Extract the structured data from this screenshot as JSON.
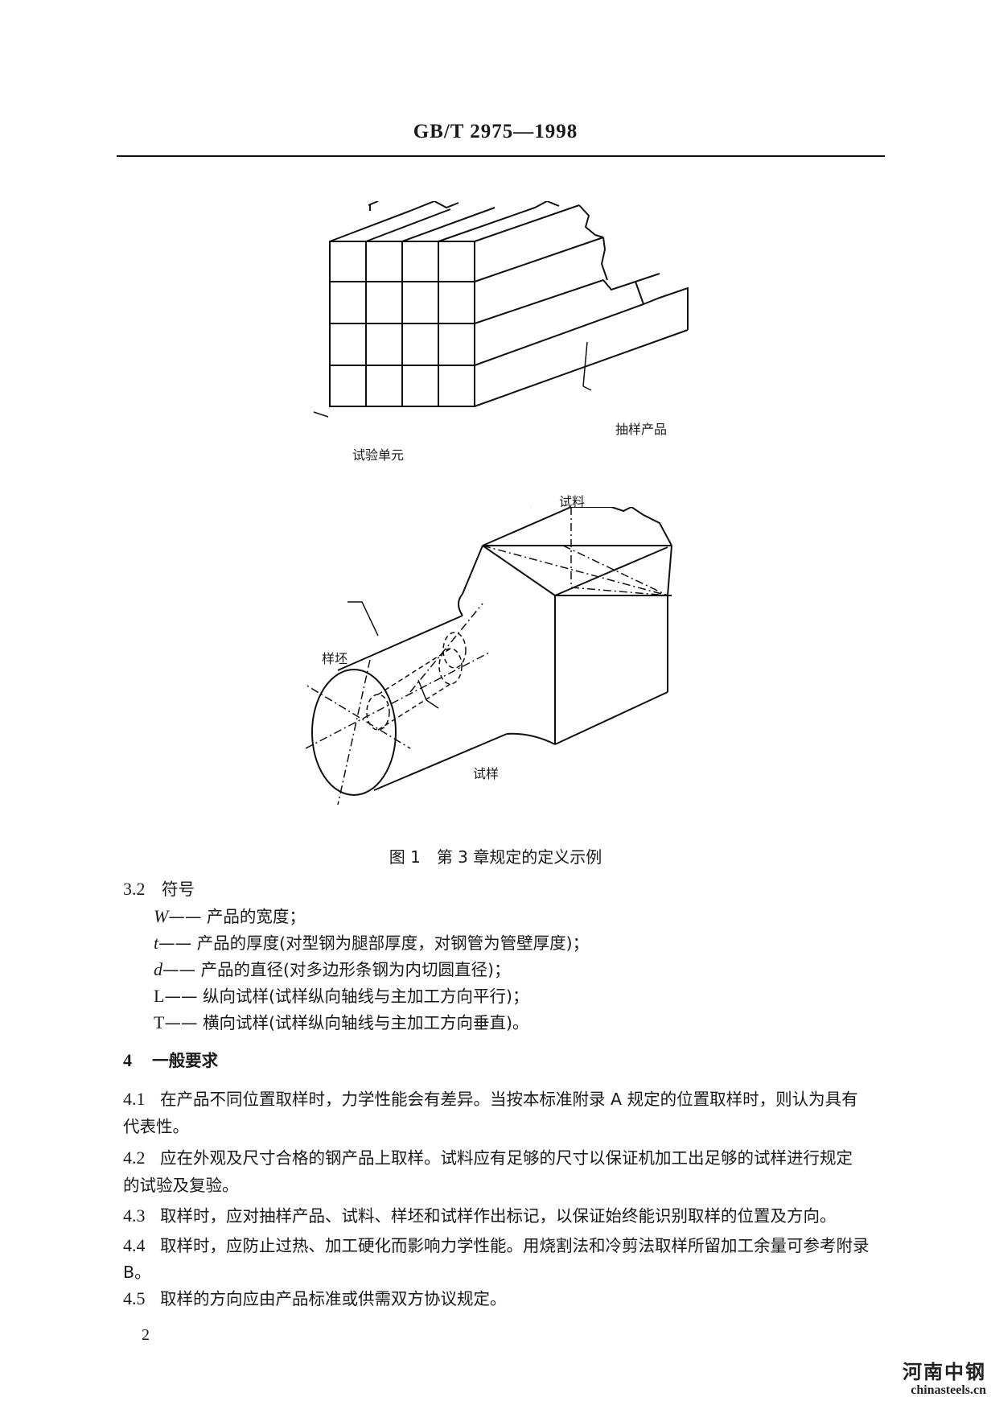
{
  "header": {
    "title": "GB/T 2975—1998"
  },
  "figure1": {
    "label_test_unit": "试验单元",
    "label_sampled_product": "抽样产品",
    "label_sample_piece": "试料",
    "label_blank": "样坯",
    "label_specimen": "试样"
  },
  "caption": "图 1　第 3 章规定的定义示例",
  "section_3_2": {
    "number": "3.2",
    "title": "符号",
    "symbols": [
      {
        "symbol": "W",
        "text": "—— 产品的宽度；"
      },
      {
        "symbol": "t",
        "text": "—— 产品的厚度(对型钢为腿部厚度，对钢管为管壁厚度)；"
      },
      {
        "symbol": "d",
        "text": "—— 产品的直径(对多边形条钢为内切圆直径)；"
      },
      {
        "symbol": "L",
        "text": "—— 纵向试样(试样纵向轴线与主加工方向平行)；"
      },
      {
        "symbol": "T",
        "text": "—— 横向试样(试样纵向轴线与主加工方向垂直)。"
      }
    ]
  },
  "section_4": {
    "number": "4",
    "title": "一般要求",
    "paragraphs": [
      {
        "number": "4.1",
        "line1": "在产品不同位置取样时，力学性能会有差异。当按本标准附录 A 规定的位置取样时，则认为具有",
        "line2": "代表性。"
      },
      {
        "number": "4.2",
        "line1": "应在外观及尺寸合格的钢产品上取样。试料应有足够的尺寸以保证机加工出足够的试样进行规定",
        "line2": "的试验及复验。"
      },
      {
        "number": "4.3",
        "line1": "取样时，应对抽样产品、试料、样坯和试样作出标记，以保证始终能识别取样的位置及方向。",
        "line2": ""
      },
      {
        "number": "4.4",
        "line1": "取样时，应防止过热、加工硬化而影响力学性能。用烧割法和冷剪法取样所留加工余量可参考附录",
        "line2": "B。"
      },
      {
        "number": "4.5",
        "line1": "取样的方向应由产品标准或供需双方协议规定。",
        "line2": ""
      }
    ]
  },
  "page_number": "2",
  "watermark": {
    "cn": "河南中钢",
    "en": "chinasteels.cn"
  }
}
